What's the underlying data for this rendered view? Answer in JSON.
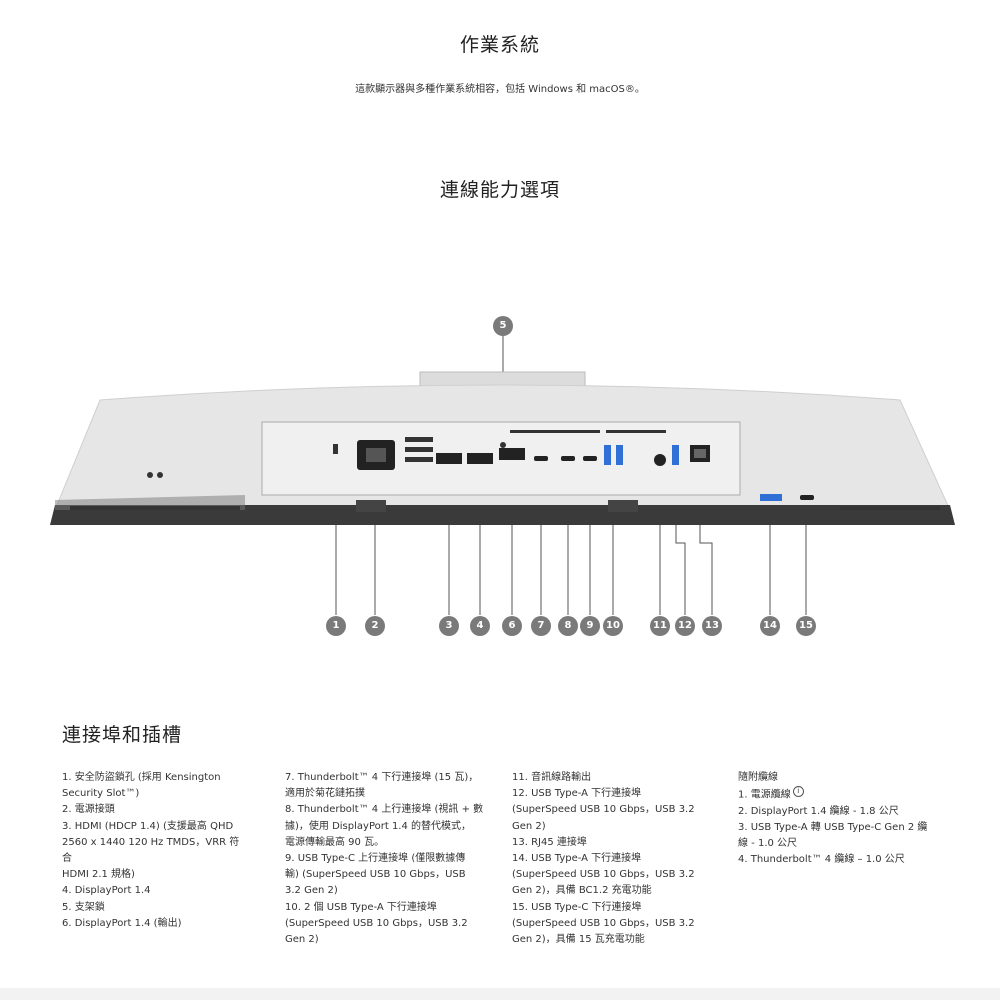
{
  "os_section": {
    "title": "作業系統",
    "description": "這款顯示器與多種作業系統相容，包括 Windows 和 macOS®。"
  },
  "connectivity_section": {
    "title": "連線能力選項",
    "callouts": [
      "1",
      "2",
      "3",
      "4",
      "5",
      "6",
      "7",
      "8",
      "9",
      "10",
      "11",
      "12",
      "13",
      "14",
      "15"
    ]
  },
  "ports_section": {
    "title": "連接埠和插槽",
    "column1": [
      "1. 安全防盜鎖孔 (採用 Kensington",
      "Security Slot™)",
      "2. 電源接頭",
      "3. HDMI (HDCP 1.4) (支援最高 QHD",
      "2560 x 1440 120 Hz TMDS，VRR 符合",
      "HDMI 2.1 規格)",
      "4. DisplayPort 1.4",
      "5. 支架鎖",
      "6. DisplayPort 1.4 (輸出)"
    ],
    "column2": [
      "7. Thunderbolt™ 4 下行連接埠 (15 瓦)，",
      "適用於菊花鏈拓撲",
      "8. Thunderbolt™ 4 上行連接埠 (視訊 + 數",
      "據)，使用 DisplayPort 1.4 的替代模式，",
      "電源傳輸最高 90 瓦。",
      "9. USB Type-C 上行連接埠 (僅限數據傳",
      "輸) (SuperSpeed USB 10 Gbps，USB",
      "3.2 Gen 2)",
      "10. 2 個 USB Type-A 下行連接埠",
      "(SuperSpeed USB 10 Gbps，USB 3.2",
      "Gen 2)"
    ],
    "column3": [
      "11. 音訊線路輸出",
      "12. USB Type-A 下行連接埠",
      "(SuperSpeed USB 10 Gbps，USB 3.2",
      "Gen 2)",
      "13. RJ45 連接埠",
      "14. USB Type-A 下行連接埠",
      "(SuperSpeed USB 10 Gbps，USB 3.2",
      "Gen 2)，具備 BC1.2 充電功能",
      "15. USB Type-C 下行連接埠",
      "(SuperSpeed USB 10 Gbps，USB 3.2",
      "Gen 2)，具備 15 瓦充電功能"
    ],
    "accessories": {
      "title": "隨附纜線",
      "item1": "1. 電源纜線",
      "info_glyph": "i",
      "items": [
        "2. DisplayPort 1.4 纜線 - 1.8 公尺",
        "3. USB Type-A 轉 USB Type-C Gen 2 纜",
        "線 - 1.0 公尺",
        "4. Thunderbolt™ 4 纜線 – 1.0 公尺"
      ]
    }
  },
  "colors": {
    "callout_bg": "#7a7a7a",
    "usb_blue": "#2f6fd6",
    "monitor_body": "#e6e6e6",
    "monitor_edge": "#333333"
  }
}
